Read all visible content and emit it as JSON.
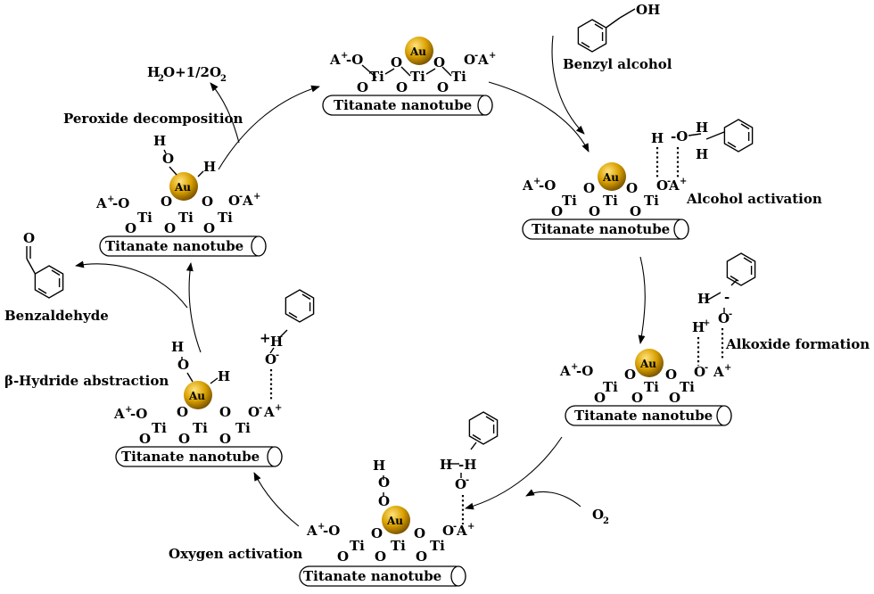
{
  "labels": {
    "benzyl_alcohol": "Benzyl alcohol",
    "alcohol_activation": "Alcohol activation",
    "alkoxide_formation": "Alkoxide formation",
    "oxygen_activation": "Oxygen activation",
    "beta_hydride": "β-Hydride abstraction",
    "peroxide_decomposition": "Peroxide decomposition",
    "benzaldehyde": "Benzaldehyde",
    "oh_group": "OH"
  },
  "substrate_label": "Titanate nanotube",
  "atoms": {
    "au": "Au",
    "ti": "Ti",
    "o": "O",
    "h": "H",
    "a": "A"
  },
  "colors": {
    "gold_particle": "#d9a000",
    "gold_highlight": "#ffe27a"
  }
}
